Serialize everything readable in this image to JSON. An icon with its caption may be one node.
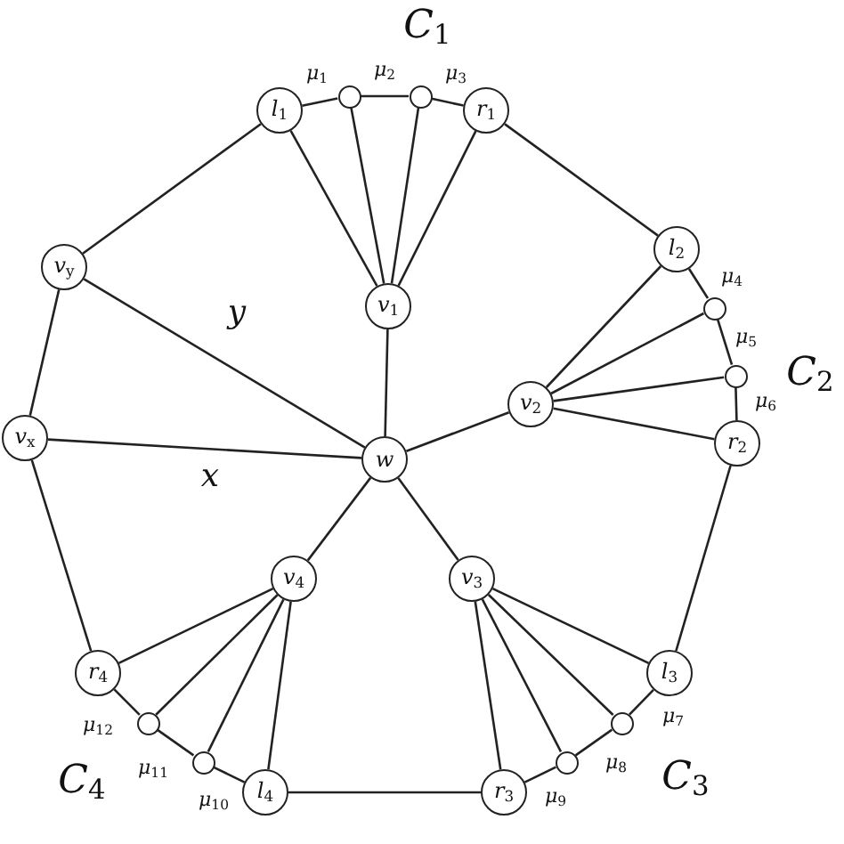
{
  "diagram": {
    "nodes": [
      {
        "text": [
          "l$_{1}$"
        ]
      },
      {
        "text": [],
        "shape": "circle"
      },
      {
        "text": [],
        "shape": "circle"
      },
      {
        "text": [
          "r$_{1}$"
        ]
      },
      {
        "text": [
          "v$_{y}$"
        ]
      },
      {
        "text": [
          "v$_{1}$"
        ]
      },
      {
        "text": [
          "l$_{2}$"
        ]
      },
      {
        "text": [],
        "shape": "circle"
      },
      {
        "text": [],
        "shape": "circle"
      },
      {
        "text": [
          "v$_{2}$"
        ]
      },
      {
        "text": [
          "r$_{2}$"
        ]
      },
      {
        "text": [
          "v$_{x}$"
        ]
      },
      {
        "text": [
          "w"
        ]
      },
      {
        "text": [
          "v$_{4}$"
        ]
      },
      {
        "text": [
          "v$_{3}$"
        ]
      },
      {
        "text": [
          "r$_{4}$"
        ]
      },
      {
        "text": [
          "l$_{3}$"
        ]
      },
      {
        "text": [],
        "shape": "circle"
      },
      {
        "text": [],
        "shape": "circle"
      },
      {
        "text": [],
        "shape": "circle"
      },
      {
        "text": [],
        "shape": "circle"
      },
      {
        "text": [
          "l$_{4}$"
        ]
      },
      {
        "text": [
          "r$_{3}$"
        ]
      }
    ],
    "edges": [
      {
        "from": 0,
        "to": 1,
        "arrow": "none",
        "label": "μ$_{1}$"
      },
      {
        "from": 1,
        "to": 2,
        "arrow": "none",
        "label": "μ$_{2}$"
      },
      {
        "from": 2,
        "to": 3,
        "arrow": "none",
        "label": "μ$_{3}$"
      },
      {
        "from": 3,
        "to": 6,
        "arrow": "none"
      },
      {
        "from": 6,
        "to": 7,
        "arrow": "none",
        "label": "μ$_{4}$"
      },
      {
        "from": 7,
        "to": 8,
        "arrow": "none",
        "label": "μ$_{5}$"
      },
      {
        "from": 8,
        "to": 10,
        "arrow": "none",
        "label": "μ$_{6}$"
      },
      {
        "from": 10,
        "to": 16,
        "arrow": "none"
      },
      {
        "from": 16,
        "to": 18,
        "arrow": "none",
        "label": "μ$_{7}$"
      },
      {
        "from": 18,
        "to": 20,
        "arrow": "none",
        "label": "μ$_{8}$"
      },
      {
        "from": 20,
        "to": 22,
        "arrow": "none",
        "label": "μ$_{9}$"
      },
      {
        "from": 22,
        "to": 21,
        "arrow": "none"
      },
      {
        "from": 21,
        "to": 19,
        "arrow": "none",
        "label": "μ$_{10}$"
      },
      {
        "from": 19,
        "to": 17,
        "arrow": "none",
        "label": "μ$_{11}$"
      },
      {
        "from": 17,
        "to": 15,
        "arrow": "none",
        "label": "μ$_{12}$"
      },
      {
        "from": 15,
        "to": 11,
        "arrow": "none"
      },
      {
        "from": 11,
        "to": 4,
        "arrow": "none"
      },
      {
        "from": 4,
        "to": 0,
        "arrow": "none"
      },
      {
        "from": 5,
        "to": 0,
        "arrow": "none"
      },
      {
        "from": 5,
        "to": 1,
        "arrow": "none"
      },
      {
        "from": 5,
        "to": 2,
        "arrow": "none"
      },
      {
        "from": 5,
        "to": 3,
        "arrow": "none"
      },
      {
        "from": 9,
        "to": 6,
        "arrow": "none"
      },
      {
        "from": 9,
        "to": 7,
        "arrow": "none"
      },
      {
        "from": 9,
        "to": 8,
        "arrow": "none"
      },
      {
        "from": 9,
        "to": 10,
        "arrow": "none"
      },
      {
        "from": 14,
        "to": 16,
        "arrow": "none"
      },
      {
        "from": 14,
        "to": 18,
        "arrow": "none"
      },
      {
        "from": 14,
        "to": 20,
        "arrow": "none"
      },
      {
        "from": 14,
        "to": 22,
        "arrow": "none"
      },
      {
        "from": 13,
        "to": 21,
        "arrow": "none"
      },
      {
        "from": 13,
        "to": 19,
        "arrow": "none"
      },
      {
        "from": 13,
        "to": 17,
        "arrow": "none"
      },
      {
        "from": 13,
        "to": 15,
        "arrow": "none"
      },
      {
        "from": 12,
        "to": 5,
        "arrow": "none"
      },
      {
        "from": 12,
        "to": 9,
        "arrow": "none"
      },
      {
        "from": 12,
        "to": 14,
        "arrow": "none"
      },
      {
        "from": 12,
        "to": 13,
        "arrow": "none"
      },
      {
        "from": 12,
        "to": 11,
        "arrow": "none",
        "label": "x"
      },
      {
        "from": 12,
        "to": 4,
        "arrow": "none",
        "label": "y"
      }
    ],
    "labels": [
      "C$_{1}$",
      "C$_{2}$",
      "C$_{4}$",
      "C$_{3}$"
    ]
  }
}
